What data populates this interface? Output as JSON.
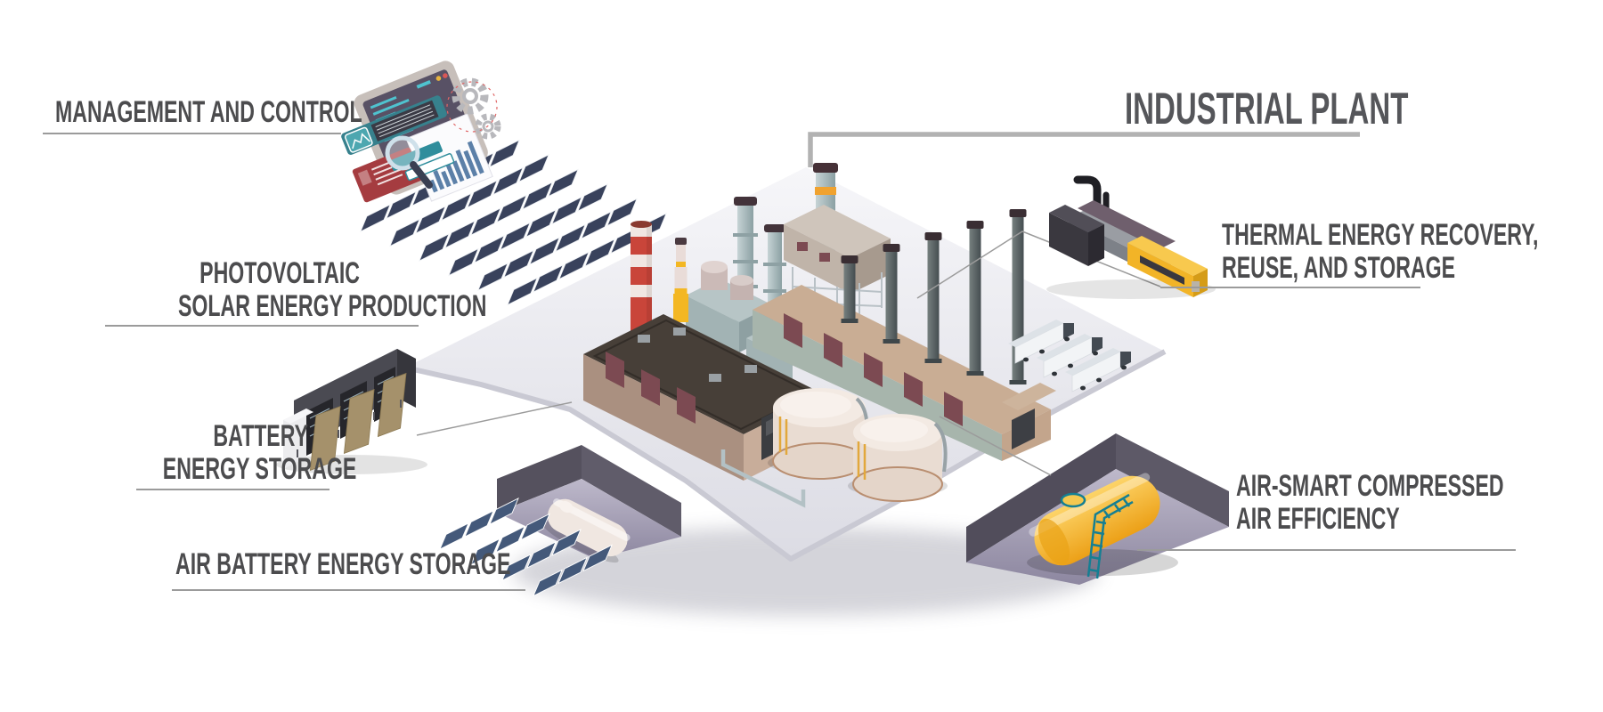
{
  "page": {
    "background": "#ffffff"
  },
  "title": {
    "label": "INDUSTRIAL PLANT"
  },
  "callouts": {
    "management": {
      "label": "MANAGEMENT AND CONTROL"
    },
    "photovoltaic": {
      "line1": "PHOTOVOLTAIC",
      "line2": "SOLAR ENERGY PRODUCTION"
    },
    "battery": {
      "line1": "BATTERY",
      "line2": "ENERGY STORAGE"
    },
    "air_battery": {
      "label": "AIR BATTERY ENERGY STORAGE"
    },
    "thermal": {
      "line1": "THERMAL ENERGY RECOVERY,",
      "line2": "REUSE, AND STORAGE"
    },
    "air_smart": {
      "line1": "AIR-SMART COMPRESSED",
      "line2": "AIR EFFICIENCY"
    }
  },
  "colors": {
    "label_text": "#4c4c4e",
    "underline_gray": "#9b9b9b",
    "title_line_gray": "#b2b2b2",
    "platform_gray": "#ececf1",
    "chimney_red": "#c9453a",
    "chimney_yellow": "#f3b723",
    "solar_panel_navy": "#39425c",
    "ground_panel_blue": "#44597a",
    "compressed_air_tank_yellow": "#f2ae1f",
    "ladder_teal": "#157f93",
    "dashboard_teal": "#2f8d9c",
    "dashboard_red": "#a53c40",
    "battery_door_tan": "#a5916b",
    "thermal_machine_yellow": "#f2b427"
  },
  "icons": [
    "gear-icon",
    "magnifier-icon",
    "bar-chart-icon",
    "image-thumbnail-icon",
    "solar-panel-icon",
    "chimney-icon",
    "cooling-tower-icon",
    "storage-tank-icon",
    "truck-icon",
    "ladder-icon",
    "battery-container-icon",
    "heat-recovery-machine-icon",
    "underground-tank-icon"
  ]
}
